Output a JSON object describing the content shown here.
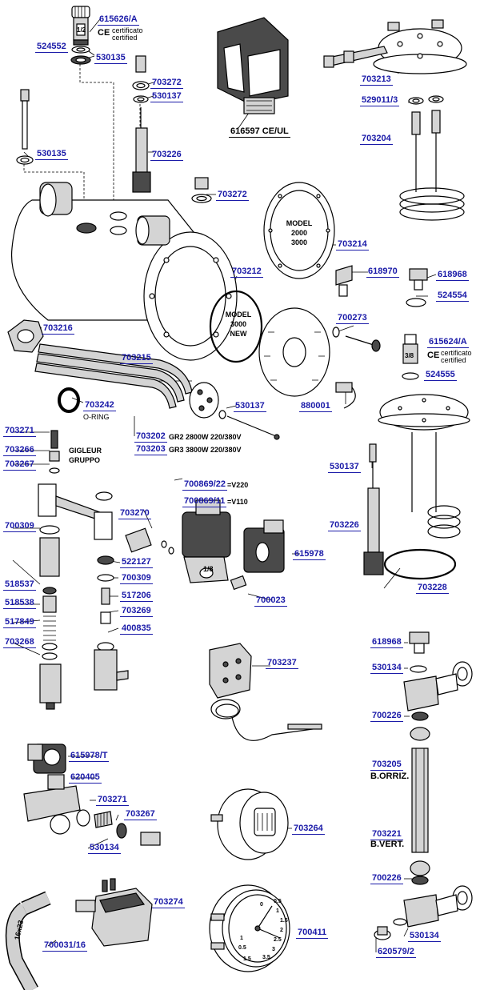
{
  "part_labels": [
    {
      "key": "p615626A",
      "text": "615626/A"
    },
    {
      "key": "p524552",
      "text": "524552"
    },
    {
      "key": "p530135a",
      "text": "530135"
    },
    {
      "key": "p703272a",
      "text": "703272"
    },
    {
      "key": "p530137a",
      "text": "530137"
    },
    {
      "key": "p616597",
      "text": "616597 CE/UL"
    },
    {
      "key": "p703213",
      "text": "703213"
    },
    {
      "key": "p529011",
      "text": "529011/3"
    },
    {
      "key": "p703204",
      "text": "703204"
    },
    {
      "key": "p530135b",
      "text": "530135"
    },
    {
      "key": "p703226a",
      "text": "703226"
    },
    {
      "key": "p703272b",
      "text": "703272"
    },
    {
      "key": "p703214",
      "text": "703214"
    },
    {
      "key": "p703212",
      "text": "703212"
    },
    {
      "key": "p618970",
      "text": "618970"
    },
    {
      "key": "p618968a",
      "text": "618968"
    },
    {
      "key": "p524554",
      "text": "524554"
    },
    {
      "key": "p703216",
      "text": "703216"
    },
    {
      "key": "p700273",
      "text": "700273"
    },
    {
      "key": "p615624A",
      "text": "615624/A"
    },
    {
      "key": "p703215",
      "text": "703215"
    },
    {
      "key": "p524555",
      "text": "524555"
    },
    {
      "key": "p703242",
      "text": "703242"
    },
    {
      "key": "p530137b",
      "text": "530137"
    },
    {
      "key": "p880001",
      "text": "880001"
    },
    {
      "key": "p703271a",
      "text": "703271"
    },
    {
      "key": "p703202",
      "text": "703202"
    },
    {
      "key": "p703203",
      "text": "703203"
    },
    {
      "key": "p703266",
      "text": "703266"
    },
    {
      "key": "p703267a",
      "text": "703267"
    },
    {
      "key": "p530137c",
      "text": "530137"
    },
    {
      "key": "p700869_22",
      "text": "700869/22"
    },
    {
      "key": "p700869_11",
      "text": "700869/11"
    },
    {
      "key": "p703270",
      "text": "703270"
    },
    {
      "key": "p700309a",
      "text": "700309"
    },
    {
      "key": "p703226b",
      "text": "703226"
    },
    {
      "key": "p522127",
      "text": "522127"
    },
    {
      "key": "p615978",
      "text": "615978"
    },
    {
      "key": "p700309b",
      "text": "700309"
    },
    {
      "key": "p518537",
      "text": "518537"
    },
    {
      "key": "p703228",
      "text": "703228"
    },
    {
      "key": "p517206",
      "text": "517206"
    },
    {
      "key": "p700023",
      "text": "700023"
    },
    {
      "key": "p518538",
      "text": "518538"
    },
    {
      "key": "p703269",
      "text": "703269"
    },
    {
      "key": "p517849",
      "text": "517849"
    },
    {
      "key": "p400835",
      "text": "400835"
    },
    {
      "key": "p703268",
      "text": "703268"
    },
    {
      "key": "p618968b",
      "text": "618968"
    },
    {
      "key": "p703237",
      "text": "703237"
    },
    {
      "key": "p530134a",
      "text": "530134"
    },
    {
      "key": "p700226a",
      "text": "700226"
    },
    {
      "key": "p615978T",
      "text": "615978/T"
    },
    {
      "key": "p620405",
      "text": "620405"
    },
    {
      "key": "p703205",
      "text": "703205"
    },
    {
      "key": "p703271b",
      "text": "703271"
    },
    {
      "key": "p703267b",
      "text": "703267"
    },
    {
      "key": "p703264",
      "text": "703264"
    },
    {
      "key": "p703221",
      "text": "703221"
    },
    {
      "key": "p530134b",
      "text": "530134"
    },
    {
      "key": "p700226b",
      "text": "700226"
    },
    {
      "key": "p703274",
      "text": "703274"
    },
    {
      "key": "p700411",
      "text": "700411"
    },
    {
      "key": "p530134c",
      "text": "530134"
    },
    {
      "key": "p700031",
      "text": "700031/16"
    },
    {
      "key": "p620579",
      "text": "620579/2"
    }
  ],
  "notes": {
    "certificato1": "certificato",
    "certified1": "certified",
    "certificato2": "certificato",
    "certified2": "certified",
    "half_inch": "1/2",
    "three_eighths": "3/8",
    "ce_mark": "CE",
    "ce_mark2": "CE",
    "o_ring": "O-RING",
    "gigleur": "GIGLEUR",
    "gruppo": "GRUPPO",
    "gr2": "GR2 2800W 220/380V",
    "gr3": "GR3 3800W 220/380V",
    "v220": "=V220",
    "v110": "=V110",
    "b_orriz": "B.ORRIZ.",
    "b_vert": "B.VERT.",
    "valve_fraction": "1/8",
    "hose_size": "16x23"
  },
  "model_plates": {
    "gasket_2000_3000": [
      "MODEL",
      "2000",
      "3000"
    ],
    "gasket_3000_new": [
      "MODEL",
      "3000",
      "NEW"
    ]
  },
  "gauge_scale": [
    "0",
    "0.5",
    "1",
    "1.5",
    "2",
    "2.5",
    "3",
    "3.5",
    "0.5",
    "1",
    "1.5"
  ]
}
